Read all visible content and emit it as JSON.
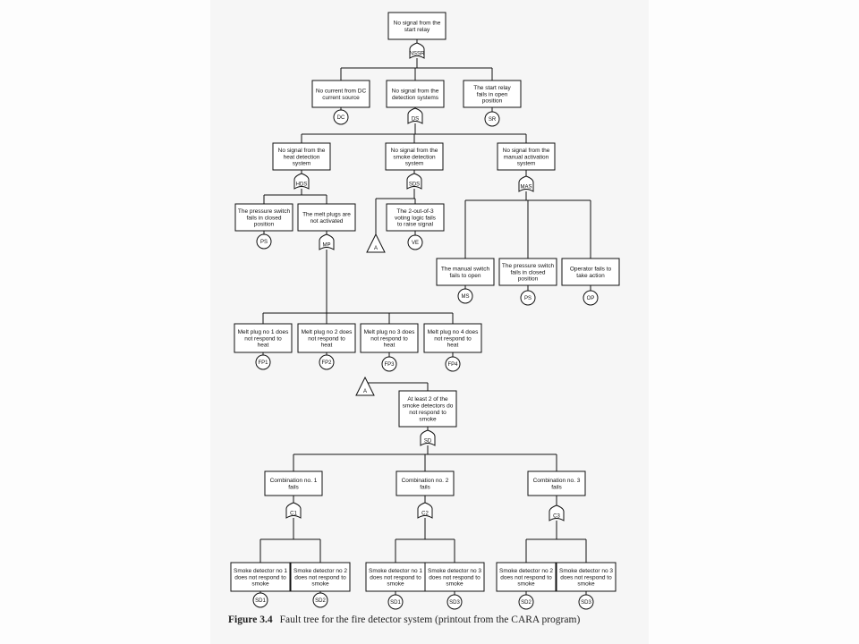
{
  "figure": {
    "number": "Figure 3.4",
    "caption": "Fault tree for the fire detector system (printout from the CARA program)"
  },
  "nodes": {
    "top": {
      "lines": [
        "No signal from the",
        "start relay"
      ],
      "gate": "NSSR"
    },
    "dc": {
      "lines": [
        "No current from DC",
        "current source"
      ],
      "basic": "DC"
    },
    "ds": {
      "lines": [
        "No signal from the",
        "detection systems"
      ],
      "gate": "DS"
    },
    "sr": {
      "lines": [
        "The start relay",
        "fails in open",
        "position"
      ],
      "basic": "SR"
    },
    "hds": {
      "lines": [
        "No signal from the",
        "heat detection",
        "system"
      ],
      "gate": "HDS"
    },
    "sds": {
      "lines": [
        "No signal from the",
        "smoke detection",
        "system"
      ],
      "gate": "SDS"
    },
    "mas": {
      "lines": [
        "No signal from the",
        "manual activation",
        "system"
      ],
      "gate": "MAS"
    },
    "ps1": {
      "lines": [
        "The pressure switch",
        "fails in closed",
        "position"
      ],
      "basic": "PS"
    },
    "mp": {
      "lines": [
        "The melt plugs are",
        "not activated"
      ],
      "gate": "MP"
    },
    "ve": {
      "lines": [
        "The 2-out-of-3",
        "voting logic fails",
        "to raise signal"
      ],
      "basic": "VE"
    },
    "ms": {
      "lines": [
        "The manual switch",
        "fails to open"
      ],
      "basic": "MS"
    },
    "ps2": {
      "lines": [
        "The pressure switch",
        "fails in closed",
        "position"
      ],
      "basic": "PS"
    },
    "op": {
      "lines": [
        "Operator fails to",
        "take action"
      ],
      "basic": "OP"
    },
    "fp1": {
      "lines": [
        "Melt plug no 1 does",
        "not respond to",
        "heat"
      ],
      "basic": "FP1"
    },
    "fp2": {
      "lines": [
        "Melt plug no 2 does",
        "not respond to",
        "heat"
      ],
      "basic": "FP2"
    },
    "fp3": {
      "lines": [
        "Melt plug no 3 does",
        "not respond to",
        "heat"
      ],
      "basic": "FP3"
    },
    "fp4": {
      "lines": [
        "Melt plug no 4 does",
        "not respond to",
        "heat"
      ],
      "basic": "FP4"
    },
    "sd": {
      "lines": [
        "At least 2 of the",
        "smoke detectors do",
        "not respond to",
        "smoke"
      ],
      "gate": "SD"
    },
    "c1": {
      "lines": [
        "Combination no. 1",
        "fails"
      ],
      "gate": "C1"
    },
    "c2": {
      "lines": [
        "Combination no. 2",
        "fails"
      ],
      "gate": "C2"
    },
    "c3": {
      "lines": [
        "Combination no. 3",
        "fails"
      ],
      "gate": "C3"
    },
    "c1a": {
      "lines": [
        "Smoke detector no 1",
        "does not respond to",
        "smoke"
      ],
      "basic": "SD1"
    },
    "c1b": {
      "lines": [
        "Smoke detector no 2",
        "does not respond to",
        "smoke"
      ],
      "basic": "SD2"
    },
    "c2a": {
      "lines": [
        "Smoke detector no 1",
        "does not respond to",
        "smoke"
      ],
      "basic": "SD1"
    },
    "c2b": {
      "lines": [
        "Smoke detector no 3",
        "does not respond to",
        "smoke"
      ],
      "basic": "SD3"
    },
    "c3a": {
      "lines": [
        "Smoke detector no 2",
        "does not respond to",
        "smoke"
      ],
      "basic": "SD2"
    },
    "c3b": {
      "lines": [
        "Smoke detector no 3",
        "does not respond to",
        "smoke"
      ],
      "basic": "SD3"
    }
  },
  "transfer": {
    "label": "A"
  }
}
